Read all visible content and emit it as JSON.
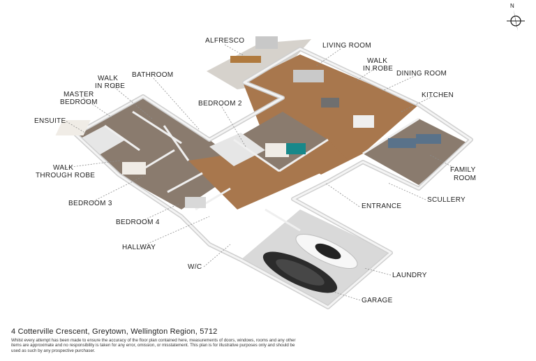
{
  "labels": {
    "alfresco": "ALFRESCO",
    "living_room": "LIVING ROOM",
    "walk_in_robe_top_1": "WALK",
    "walk_in_robe_top_2": "IN ROBE",
    "dining_room": "DINING ROOM",
    "kitchen": "KITCHEN",
    "bathroom": "BATHROOM",
    "walk_in_robe_left_1": "WALK",
    "walk_in_robe_left_2": "IN ROBE",
    "master_bedroom_1": "MASTER",
    "master_bedroom_2": "BEDROOM",
    "bedroom_2": "BEDROOM 2",
    "ensuite": "ENSUITE",
    "walk_through_robe_1": "WALK",
    "walk_through_robe_2": "THROUGH ROBE",
    "bedroom_3": "BEDROOM 3",
    "bedroom_4": "BEDROOM 4",
    "hallway": "HALLWAY",
    "wc": "W/C",
    "family_room_1": "FAMILY",
    "family_room_2": "ROOM",
    "scullery": "SCULLERY",
    "entrance": "ENTRANCE",
    "laundry": "LAUNDRY",
    "garage": "GARAGE"
  },
  "compass_letter": "N",
  "address": "4 Cotterville Crescent, Greytown, Wellington Region, 5712",
  "disclaimer": "Whilst every attempt has been made to ensure the accuracy of the floor plan contained here, measurements of doors, windows, rooms and any other items are approximate and no responsibility is taken for any error, omission, or misstatement. This plan is for illustrative purposes only and should be used as such by any prospective purchaser.",
  "colors": {
    "wall_top": "#f4f4f4",
    "wall_side": "#cfcfcf",
    "timber_floor": "#a8774d",
    "carpet_floor": "#8a7b6e",
    "tile_floor": "#e6e6e6",
    "garage_floor": "#d9d9d9",
    "deck": "#d6d2cc",
    "leader_line": "#8c8c8c"
  }
}
